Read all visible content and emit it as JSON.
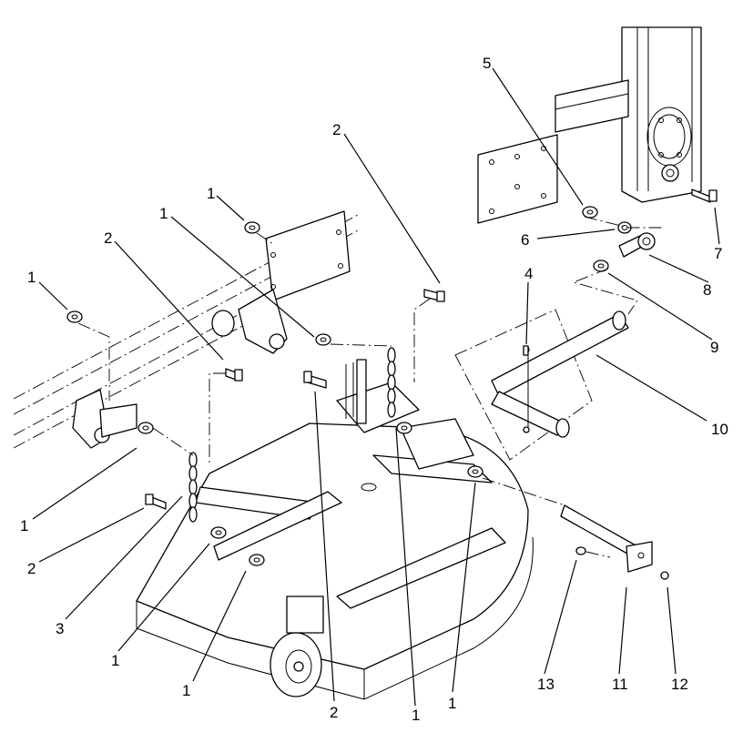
{
  "callouts": [
    {
      "id": "c1",
      "label": "1",
      "part": "nut"
    },
    {
      "id": "c2",
      "label": "1",
      "part": "nut"
    },
    {
      "id": "c3",
      "label": "1",
      "part": "nut"
    },
    {
      "id": "c4",
      "label": "2",
      "part": "bolt"
    },
    {
      "id": "c5",
      "label": "2",
      "part": "bolt"
    },
    {
      "id": "c6",
      "label": "5",
      "part": "nut"
    },
    {
      "id": "c7",
      "label": "6",
      "part": "washer"
    },
    {
      "id": "c8",
      "label": "7",
      "part": "bolt"
    },
    {
      "id": "c9",
      "label": "8",
      "part": "ball-joint"
    },
    {
      "id": "c10",
      "label": "4",
      "part": "grease-fitting"
    },
    {
      "id": "c11",
      "label": "9",
      "part": "nut"
    },
    {
      "id": "c12",
      "label": "10",
      "part": "pivot-shaft"
    },
    {
      "id": "c13",
      "label": "1",
      "part": "nut"
    },
    {
      "id": "c14",
      "label": "2",
      "part": "bolt"
    },
    {
      "id": "c15",
      "label": "3",
      "part": "chain"
    },
    {
      "id": "c16",
      "label": "1",
      "part": "nut"
    },
    {
      "id": "c17",
      "label": "1",
      "part": "nut"
    },
    {
      "id": "c18",
      "label": "2",
      "part": "bolt"
    },
    {
      "id": "c19",
      "label": "1",
      "part": "nut"
    },
    {
      "id": "c20",
      "label": "1",
      "part": "nut"
    },
    {
      "id": "c21",
      "label": "13",
      "part": "washer"
    },
    {
      "id": "c22",
      "label": "11",
      "part": "rod"
    },
    {
      "id": "c23",
      "label": "12",
      "part": "bolt"
    }
  ],
  "icons": {
    "nut": "hex-nut-icon",
    "bolt": "bolt-icon",
    "chain": "chain-icon",
    "wheel": "caster-wheel-icon"
  }
}
